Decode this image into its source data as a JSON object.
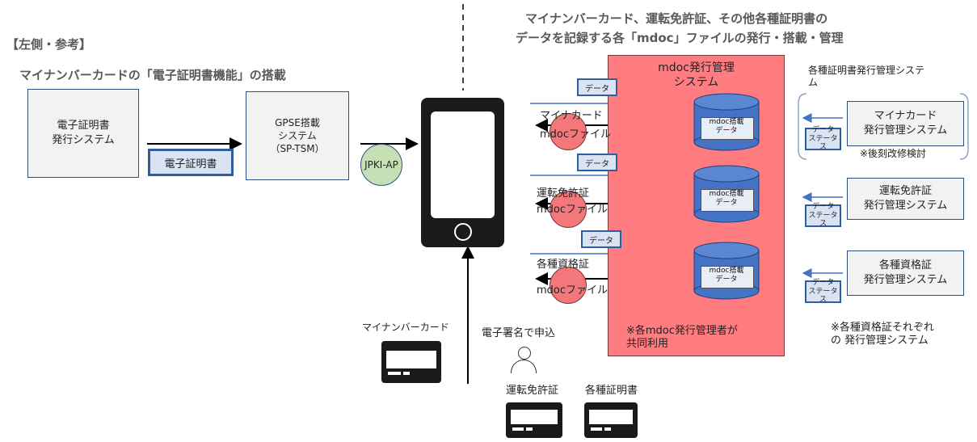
{
  "left": {
    "heading": "【左側・参考】",
    "subheading": "マイナンバーカードの「電子証明書機能」の搭載",
    "issuer_box": "電子証明書\n発行システム",
    "cert_tag": "電子証明書",
    "gpse_box": "GPSE搭載\nシステム\n（SP-TSM）",
    "jpki_label": "JPKI-AP"
  },
  "right": {
    "title_line1": "マイナンバーカード、運転免許証、その他各種証明書の",
    "title_line2": "データを記録する各「mdoc」ファイルの発行・搭載・管理",
    "mdoc_system_title": "mdoc発行管理\nシステム",
    "mdoc_note": "※各mdoc発行管理者が\n共同利用",
    "data_tag": "データ",
    "db_label": "mdoc搭載\nデータ",
    "files": [
      {
        "name": "マイナカード",
        "suffix": "mdocファイル"
      },
      {
        "name": "運転免許証",
        "suffix": "mdocファイル"
      },
      {
        "name": "各種資格証",
        "suffix": "mdocファイル"
      }
    ],
    "cert_systems_title": "各種証明書発行管理システ\nム",
    "status_tag": "データ\nステータス",
    "issuer_systems": [
      {
        "label": "マイナカード\n発行管理システム"
      },
      {
        "label": "運転免許証\n発行管理システム"
      },
      {
        "label": "各種資格証\n発行管理システム"
      }
    ],
    "later_note": "※後刻改修検討",
    "each_note": "※各種資格証それぞれ\nの 発行管理システム"
  },
  "bottom": {
    "mynumber_card_label": "マイナンバーカード",
    "esign_label": "電子署名で申込",
    "license_label": "運転免許証",
    "certs_label": "各種証明書"
  },
  "colors": {
    "mdoc_system_bg": "#ff7c80",
    "accent_blue": "#4472c4",
    "jpki_green": "#c5e0b4",
    "file_circle": "#f4777b",
    "db_blue": "#4472c4"
  }
}
